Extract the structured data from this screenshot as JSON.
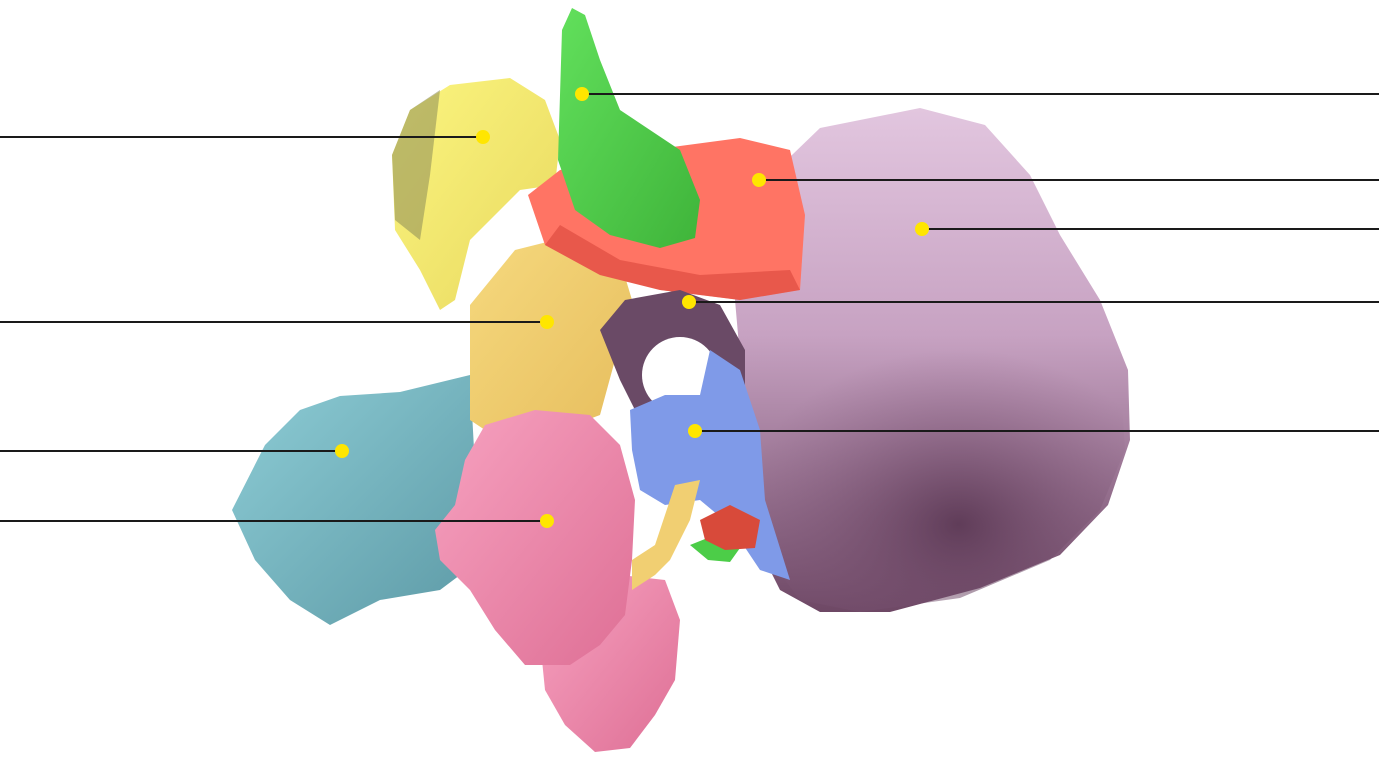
{
  "figure": {
    "subject": "vertebra-3d-model",
    "labels_visible": false,
    "region_colors": {
      "spinous_process": "#f4f07a",
      "transverse_process": "#6fc9c7",
      "superior_articular_process": "#5fd35a",
      "pedicle": "#f4d27a",
      "lamina": "#ff7d6e",
      "vertebral_body": "#d9b7d6",
      "vertebral_body_shadow": "#7a4f6e",
      "vertebral_foramen_edge": "#7f9ae8",
      "inferior_articular_process": "#f08fb0"
    },
    "pin_color": "#ffe600",
    "leader_color": "#1a1a1a",
    "callouts": [
      {
        "id": "callout-left-1",
        "side": "left"
      },
      {
        "id": "callout-left-2",
        "side": "left"
      },
      {
        "id": "callout-left-3",
        "side": "left"
      },
      {
        "id": "callout-left-4",
        "side": "left"
      },
      {
        "id": "callout-right-1",
        "side": "right"
      },
      {
        "id": "callout-right-2",
        "side": "right"
      },
      {
        "id": "callout-right-3",
        "side": "right"
      },
      {
        "id": "callout-right-4",
        "side": "right"
      },
      {
        "id": "callout-right-5",
        "side": "right"
      }
    ]
  }
}
